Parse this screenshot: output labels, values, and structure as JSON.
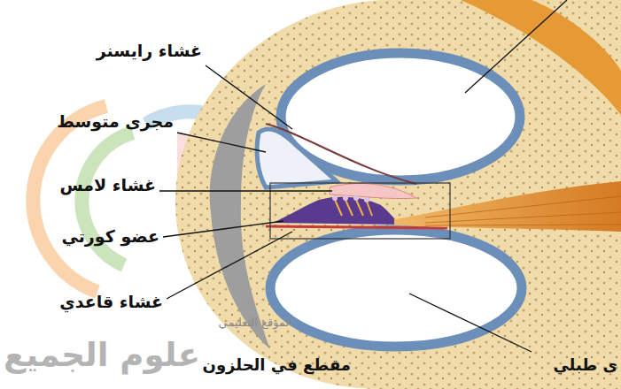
{
  "diagram": {
    "labels": [
      "غشاء رايسنر",
      "مجرى متوسط",
      "غشاء لامس",
      "عضو كورتي",
      "غشاء قاعدي",
      "مقطع في الحلزون",
      "ى طبلي",
      "الموقع التعليمي",
      "علوم الجميع"
    ]
  }
}
